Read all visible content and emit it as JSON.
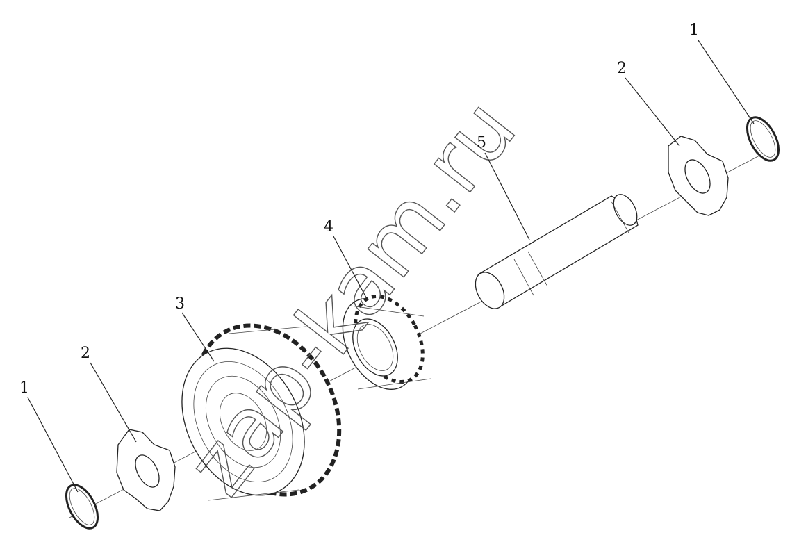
{
  "callouts": {
    "ring_left": "1",
    "washer_left": "2",
    "gear": "3",
    "bearing": "4",
    "shaft": "5",
    "washer_right": "2",
    "ring_right": "1"
  },
  "watermark": "zap-kam.ru",
  "colors": {
    "line": "#222222",
    "background": "#ffffff"
  }
}
